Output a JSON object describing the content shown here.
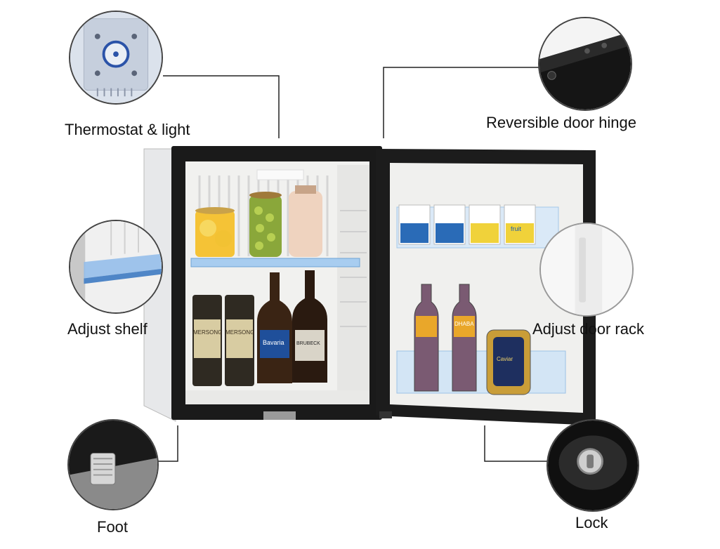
{
  "labels": {
    "thermostat": "Thermostat & light",
    "hinge": "Reversible door hinge",
    "shelf": "Adjust shelf",
    "door_rack": "Adjust door rack",
    "foot": "Foot",
    "lock": "Lock"
  },
  "product_text": {
    "can_brand": "MERSONG",
    "bottle_left_brand": "Bavaria",
    "bottle_right_brand": "BRUBECK",
    "door_bottle_brand": "DHABA",
    "door_carton_brand": "fruit",
    "tin_brand": "Caviar"
  },
  "colors": {
    "cabinet_frame": "#1a1a1a",
    "cabinet_side": "#e8e8ea",
    "interior": "#f2f2f0",
    "shelf_blue": "#9cc4ea",
    "leader_line": "#222222"
  },
  "icons": {
    "thermostat": "thermostat-dial-icon",
    "hinge": "door-hinge-icon",
    "shelf": "shelf-bracket-icon",
    "door_rack": "door-rack-icon",
    "foot": "foot-icon",
    "lock": "key-lock-icon"
  }
}
